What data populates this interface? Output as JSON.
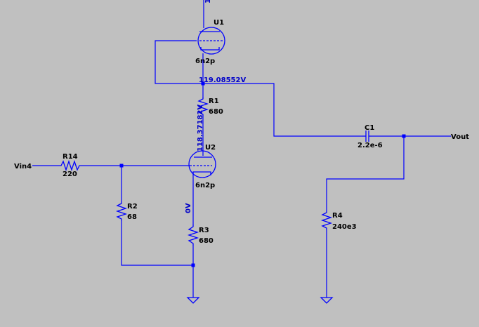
{
  "schematic": {
    "wire_color": "#0000ff",
    "background_color": "#c0c0c0",
    "nets": {
      "vin": "Vin4",
      "vout": "Vout"
    },
    "components": {
      "U1": {
        "ref": "U1",
        "model": "6n2p"
      },
      "U2": {
        "ref": "U2",
        "model": "6n2p"
      },
      "R1": {
        "ref": "R1",
        "value": "680"
      },
      "R2": {
        "ref": "R2",
        "value": "68"
      },
      "R3": {
        "ref": "R3",
        "value": "680"
      },
      "R4": {
        "ref": "R4",
        "value": "240e3"
      },
      "R14": {
        "ref": "R14",
        "value": "220"
      },
      "C1": {
        "ref": "C1",
        "value": "2.2e-6"
      }
    },
    "node_voltages": {
      "u1_cathode": "119.08552V",
      "u2_plate": "118.37182V",
      "u2_cathode": "0V",
      "top_clipped": "1"
    }
  }
}
